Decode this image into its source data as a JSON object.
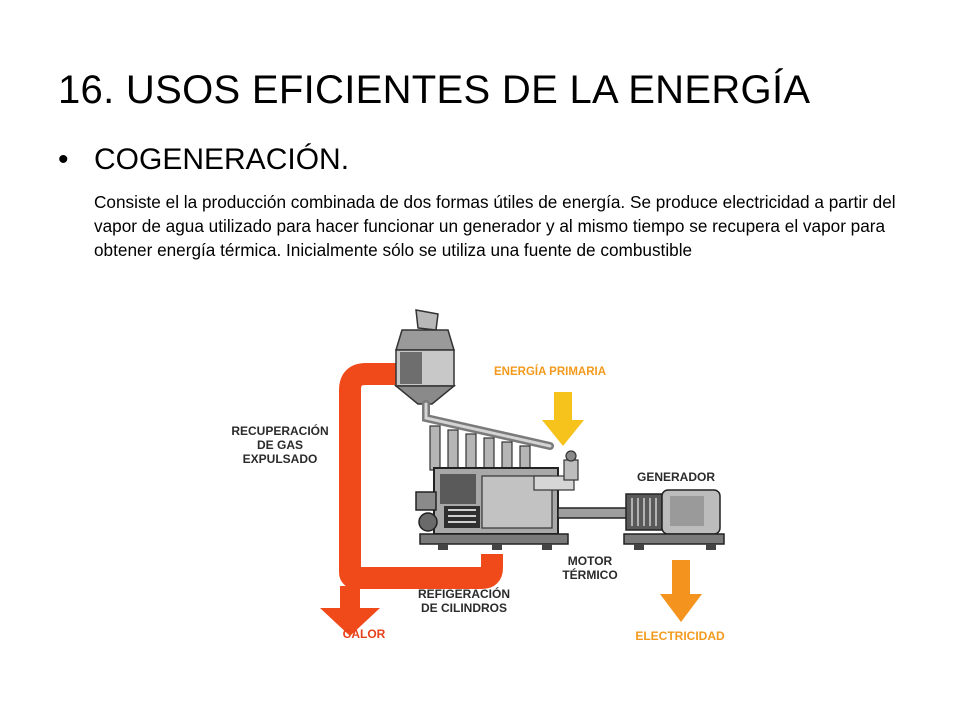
{
  "slide": {
    "title": "16. USOS EFICIENTES DE LA ENERGÍA",
    "bullet_symbol": "•",
    "bullet_heading": "COGENERACIÓN.",
    "body": "Consiste el la producción combinada de dos formas útiles de energía. Se produce electricidad a partir del vapor de agua utilizado para hacer funcionar un generador y al mismo tiempo se recupera el vapor para obtener energía térmica. Inicialmente sólo se utiliza una fuente de combustible"
  },
  "diagram": {
    "labels": {
      "energia_primaria": "ENERGÍA PRIMARIA",
      "recuperacion_1": "RECUPERACIÓN",
      "recuperacion_2": "DE GAS",
      "recuperacion_3": "EXPULSADO",
      "generador": "GENERADOR",
      "motor_1": "MOTOR",
      "motor_2": "TÉRMICO",
      "refrigeracion_1": "REFIGERACIÓN",
      "refrigeracion_2": "DE CILINDROS",
      "calor": "CALOR",
      "electricidad": "ELECTRICIDAD"
    },
    "colors": {
      "heat_arrow": "#f04a1a",
      "energy_arrow": "#f6c21c",
      "electricity_arrow": "#f5931f",
      "label_orange": "#f39a1d",
      "label_red": "#e8401c",
      "machine_dark": "#3a3a3a",
      "machine_mid": "#8c8c8c",
      "machine_light": "#d0d0d0"
    }
  }
}
